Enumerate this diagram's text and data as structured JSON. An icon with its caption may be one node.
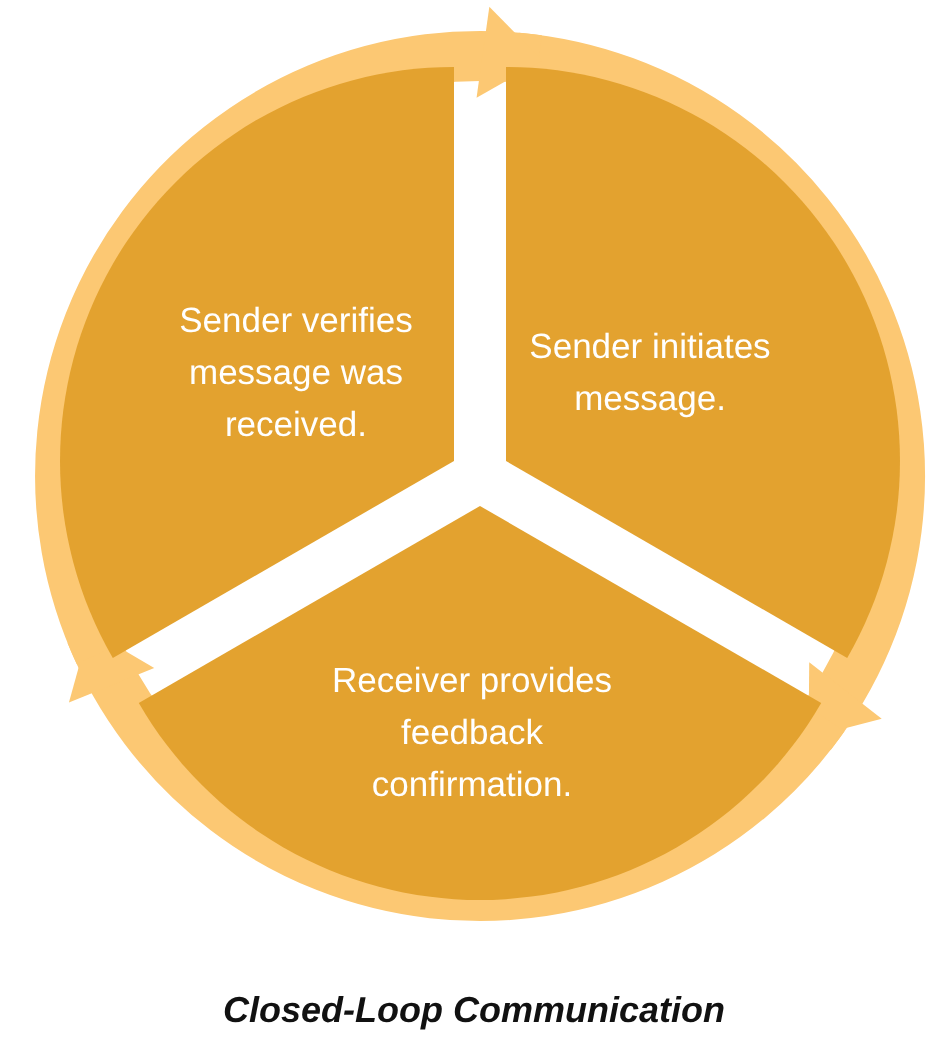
{
  "diagram": {
    "caption": "Closed-Loop Communication",
    "nodes": [
      {
        "text": [
          "Sender verifies message was received."
        ]
      },
      {
        "text": [
          "Sender initiates message."
        ]
      },
      {
        "text": [
          "Receiver provides feedback confirmation."
        ]
      }
    ],
    "edges": [
      {
        "from": 1,
        "to": 2,
        "arrow": "to"
      },
      {
        "from": 2,
        "to": 0,
        "arrow": "to"
      },
      {
        "from": 0,
        "to": 1,
        "arrow": "to"
      }
    ]
  }
}
